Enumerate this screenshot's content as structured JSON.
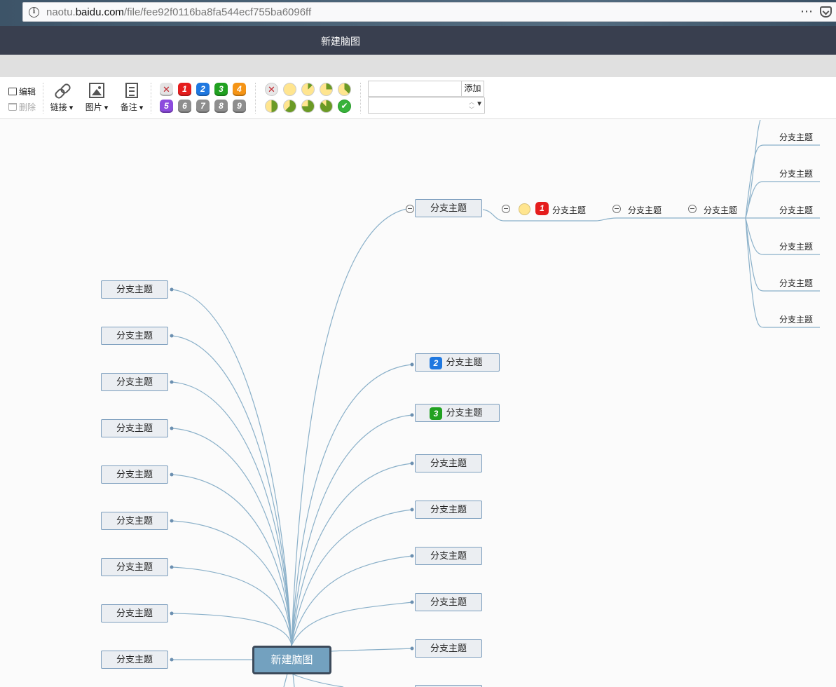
{
  "browser": {
    "url_host_prefix": "naotu.",
    "url_host_main": "baidu.com",
    "url_path": "/file/fee92f0116ba8fa544ecf755ba6096ff",
    "menu_icon": "⋯"
  },
  "app": {
    "title": "新建脑图"
  },
  "toolbar": {
    "edit_label": "编辑",
    "delete_label": "删除",
    "link_label": "链接",
    "image_label": "图片",
    "note_label": "备注",
    "priorities": [
      "1",
      "2",
      "3",
      "4",
      "5",
      "6",
      "7",
      "8",
      "9"
    ],
    "add_label": "添加",
    "progress_done_glyph": "✔",
    "remove_glyph": "✕"
  },
  "mindmap": {
    "root": "新建脑图",
    "topic": "分支主题",
    "node_priority_2": "2",
    "node_priority_3": "3",
    "chain_priority": "1"
  },
  "colors": {
    "link": "#8ab0c9",
    "node_border": "#7b9dbd",
    "root_fill": "#73a1bf",
    "title_bar": "#393f4f"
  }
}
